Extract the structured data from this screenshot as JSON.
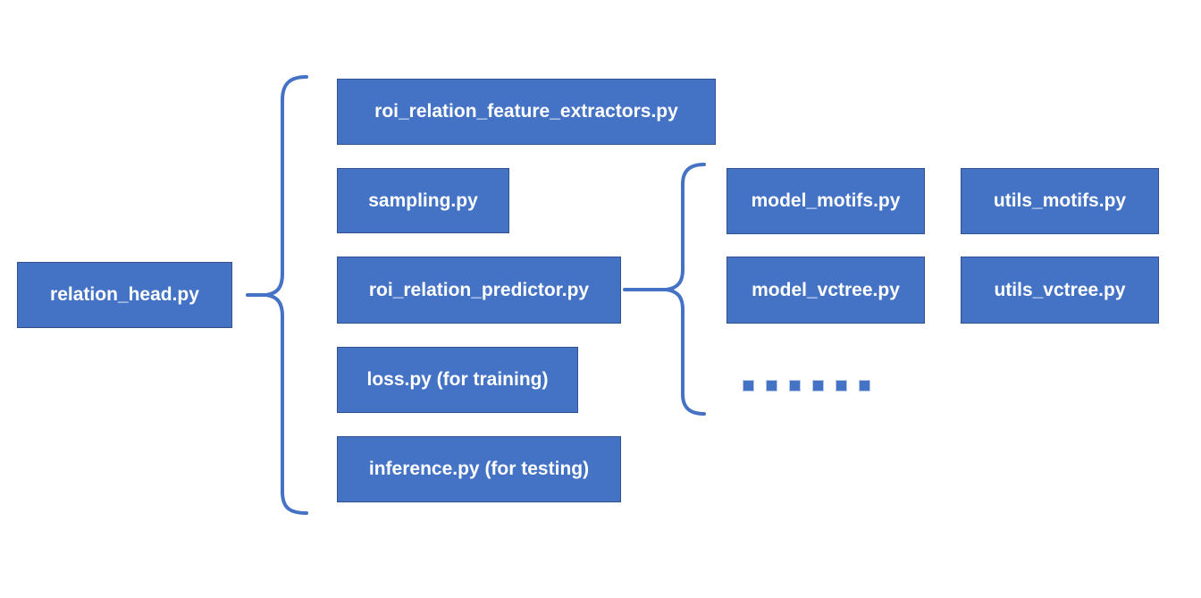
{
  "diagram": {
    "root": {
      "label": "relation_head.py"
    },
    "level1": [
      {
        "label": "roi_relation_feature_extractors.py"
      },
      {
        "label": "sampling.py"
      },
      {
        "label": "roi_relation_predictor.py"
      },
      {
        "label": "loss.py (for training)"
      },
      {
        "label": "inference.py (for testing)"
      }
    ],
    "level2": [
      {
        "label": "model_motifs.py"
      },
      {
        "label": "utils_motifs.py"
      },
      {
        "label": "model_vctree.py"
      },
      {
        "label": "utils_vctree.py"
      }
    ],
    "ellipsis": {
      "dot_count": 6
    },
    "colors": {
      "box_fill": "#4472C4",
      "box_border": "#2F528F",
      "brace": "#4472C4",
      "text": "#FFFFFF",
      "background": "#FFFFFF"
    }
  }
}
